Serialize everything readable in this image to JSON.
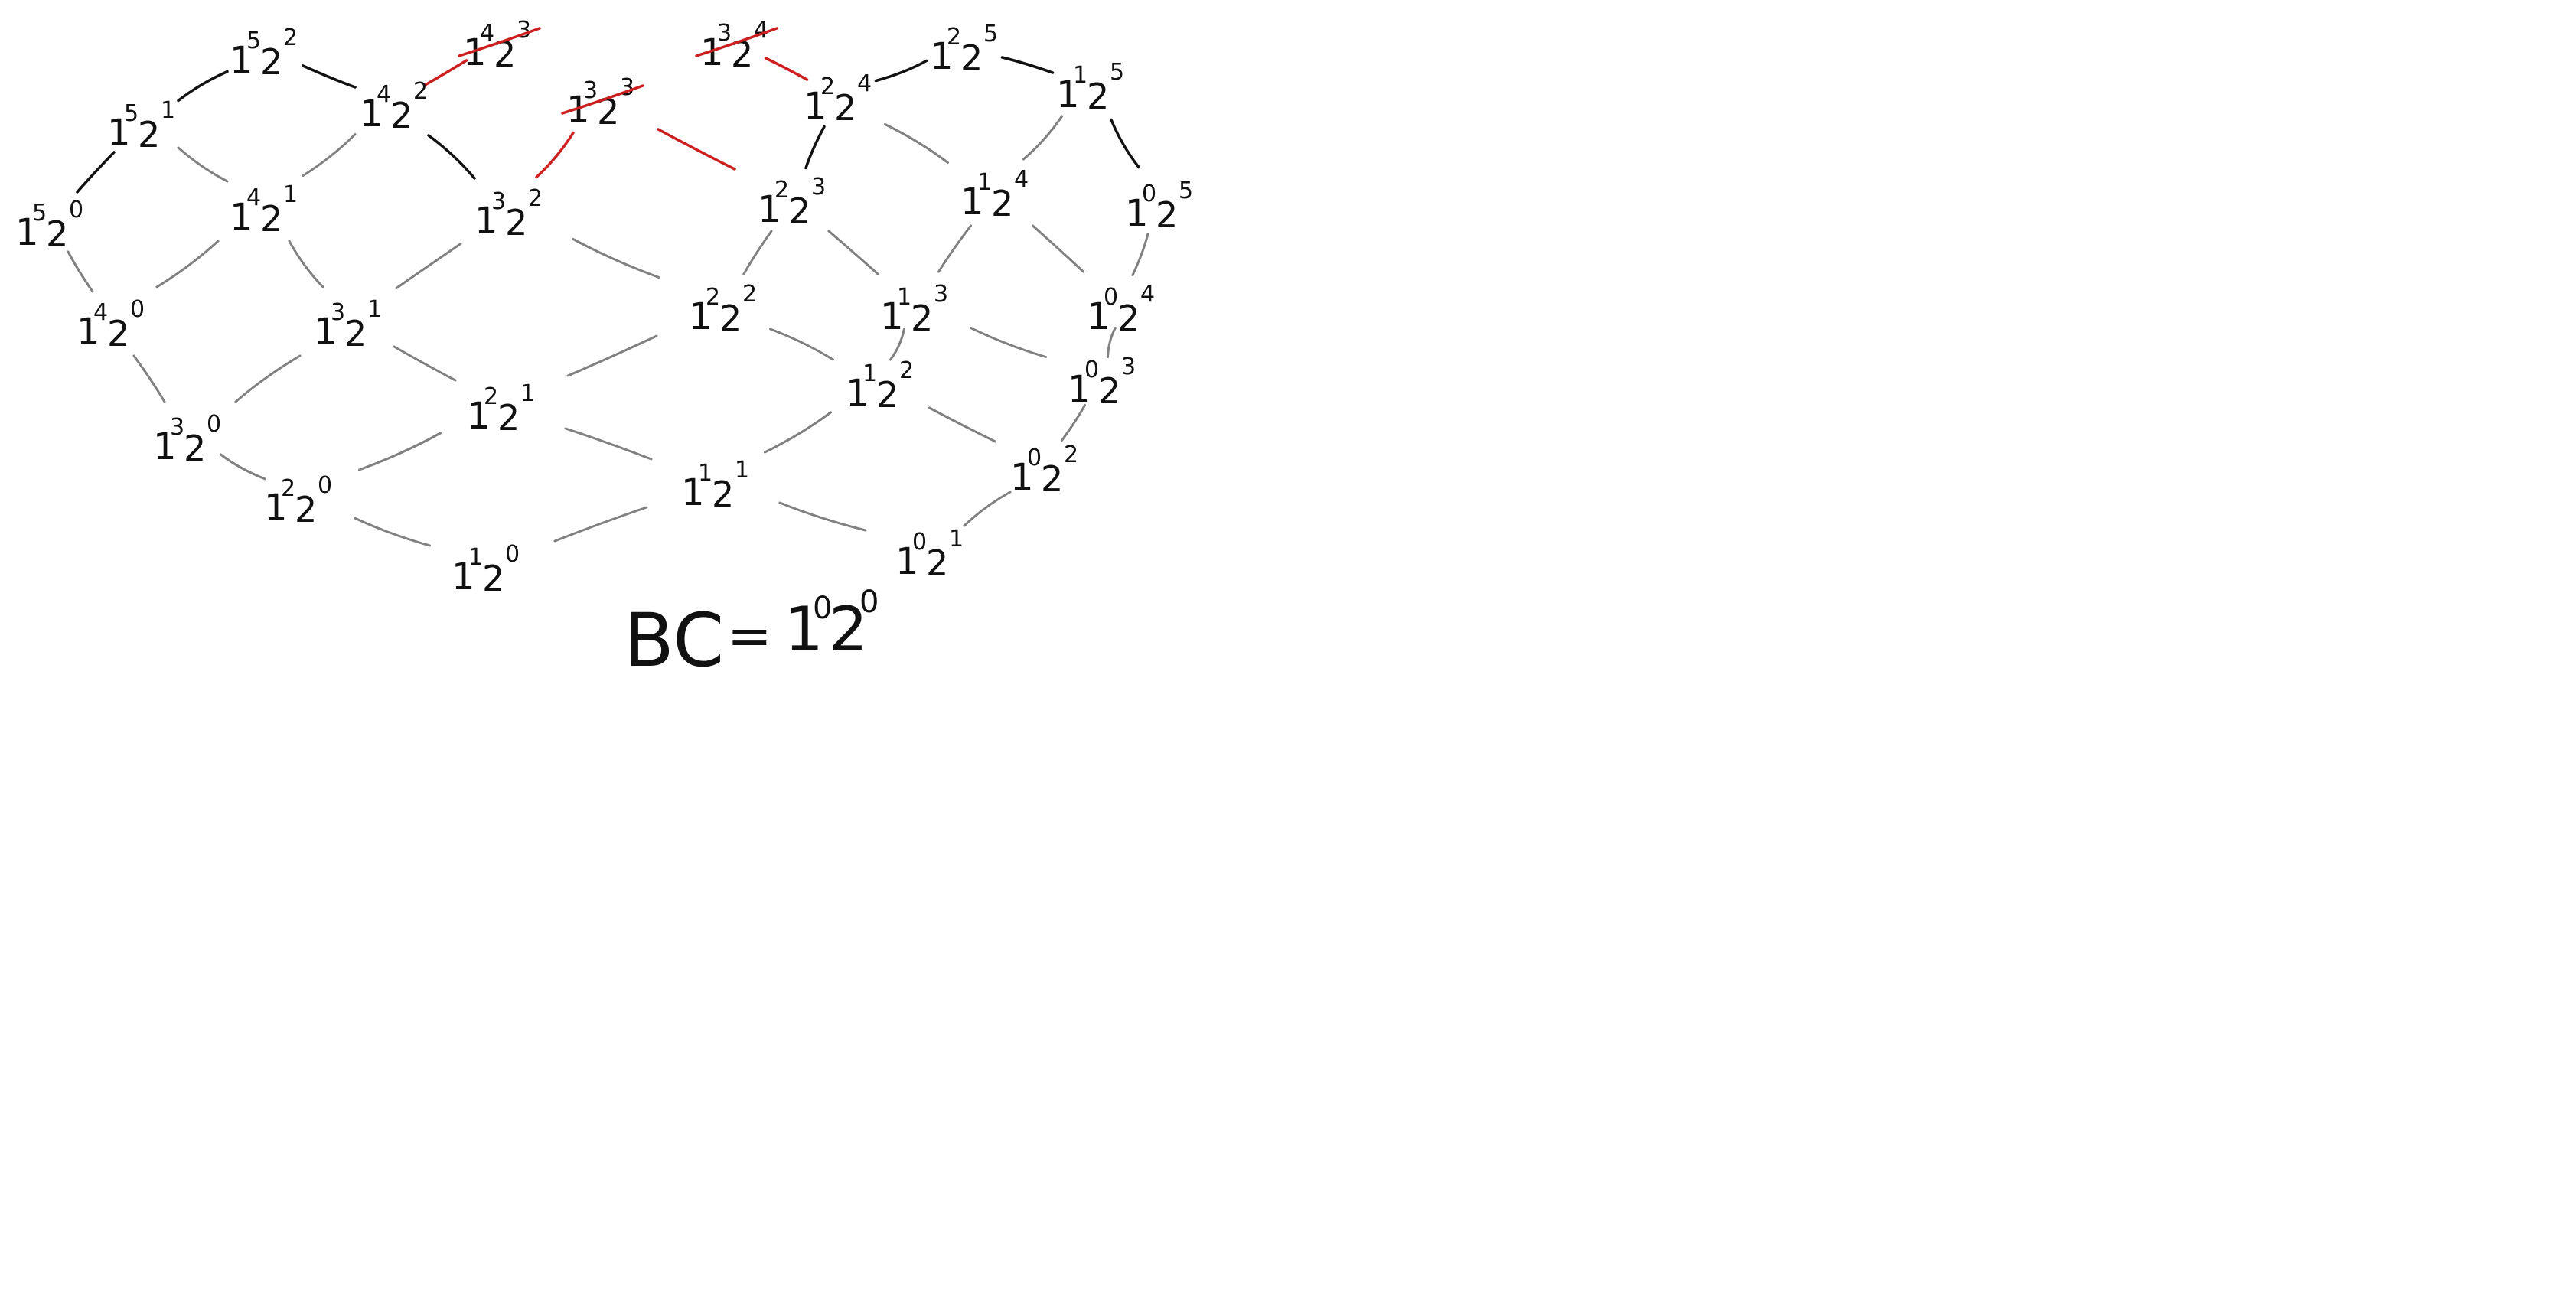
{
  "diagram": {
    "nodes": [
      {
        "id": "n152",
        "base": "1",
        "e1": "5",
        "e2": "2",
        "struck": false
      },
      {
        "id": "n142",
        "base": "1",
        "e1": "4",
        "e2": "2",
        "struck": false
      },
      {
        "id": "n151",
        "base": "1",
        "e1": "5",
        "e2": "1",
        "struck": false
      },
      {
        "id": "n150",
        "base": "1",
        "e1": "5",
        "e2": "0",
        "struck": false
      },
      {
        "id": "n141",
        "base": "1",
        "e1": "4",
        "e2": "1",
        "struck": false
      },
      {
        "id": "n132",
        "base": "1",
        "e1": "3",
        "e2": "2",
        "struck": false
      },
      {
        "id": "n140",
        "base": "1",
        "e1": "4",
        "e2": "0",
        "struck": false
      },
      {
        "id": "n131",
        "base": "1",
        "e1": "3",
        "e2": "1",
        "struck": false
      },
      {
        "id": "n122",
        "base": "1",
        "e1": "2",
        "e2": "2",
        "struck": false
      },
      {
        "id": "n130",
        "base": "1",
        "e1": "3",
        "e2": "0",
        "struck": false
      },
      {
        "id": "n121",
        "base": "1",
        "e1": "2",
        "e2": "1",
        "struck": false
      },
      {
        "id": "n112",
        "base": "1",
        "e1": "1",
        "e2": "2",
        "struck": false
      },
      {
        "id": "n120",
        "base": "1",
        "e1": "2",
        "e2": "0",
        "struck": false
      },
      {
        "id": "n111",
        "base": "1",
        "e1": "1",
        "e2": "1",
        "struck": false
      },
      {
        "id": "n110",
        "base": "1",
        "e1": "1",
        "e2": "0",
        "struck": false
      },
      {
        "id": "n101",
        "base": "1",
        "e1": "0",
        "e2": "1",
        "struck": false
      },
      {
        "id": "n102",
        "base": "1",
        "e1": "0",
        "e2": "2",
        "struck": false
      },
      {
        "id": "n103",
        "base": "1",
        "e1": "0",
        "e2": "3",
        "struck": false
      },
      {
        "id": "n104",
        "base": "1",
        "e1": "0",
        "e2": "4",
        "struck": false
      },
      {
        "id": "n105",
        "base": "1",
        "e1": "0",
        "e2": "5",
        "struck": false
      },
      {
        "id": "n113",
        "base": "1",
        "e1": "1",
        "e2": "3",
        "struck": false
      },
      {
        "id": "n114",
        "base": "1",
        "e1": "1",
        "e2": "4",
        "struck": false
      },
      {
        "id": "n115",
        "base": "1",
        "e1": "1",
        "e2": "5",
        "struck": false
      },
      {
        "id": "n123",
        "base": "1",
        "e1": "2",
        "e2": "3",
        "struck": false
      },
      {
        "id": "n124",
        "base": "1",
        "e1": "2",
        "e2": "4",
        "struck": false
      },
      {
        "id": "n125",
        "base": "1",
        "e1": "2",
        "e2": "5",
        "struck": false
      },
      {
        "id": "n143s",
        "base": "1",
        "e1": "4",
        "e2": "3",
        "struck": true
      },
      {
        "id": "n133s",
        "base": "1",
        "e1": "3",
        "e2": "3",
        "struck": true
      },
      {
        "id": "n134s",
        "base": "1",
        "e1": "3",
        "e2": "4",
        "struck": true
      }
    ],
    "formula": {
      "lhs": "BC",
      "eq": "=",
      "base": "1",
      "e1": "0",
      "e2": "0",
      "base2": "2"
    },
    "colors": {
      "ink": "#111111",
      "edge": "#808080",
      "strike": "#cc1f1f"
    }
  }
}
